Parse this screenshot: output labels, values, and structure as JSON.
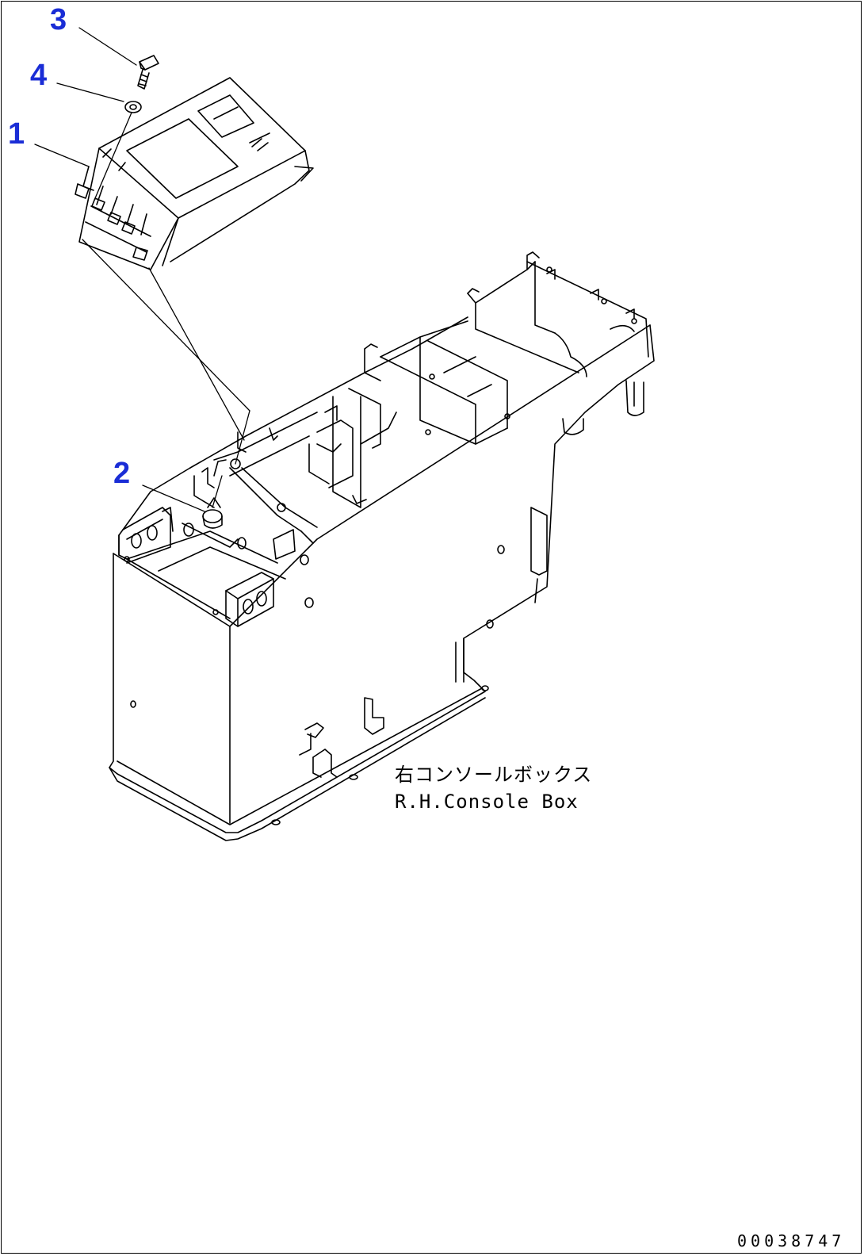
{
  "callouts": [
    {
      "id": "1",
      "label": "1"
    },
    {
      "id": "2",
      "label": "2"
    },
    {
      "id": "3",
      "label": "3"
    },
    {
      "id": "4",
      "label": "4"
    }
  ],
  "caption": {
    "jp": "右コンソールボックス",
    "en": "R.H.Console Box"
  },
  "document_number": "00038747",
  "colors": {
    "callout": "#1a2dd6",
    "line": "#000000",
    "background": "#ffffff"
  }
}
